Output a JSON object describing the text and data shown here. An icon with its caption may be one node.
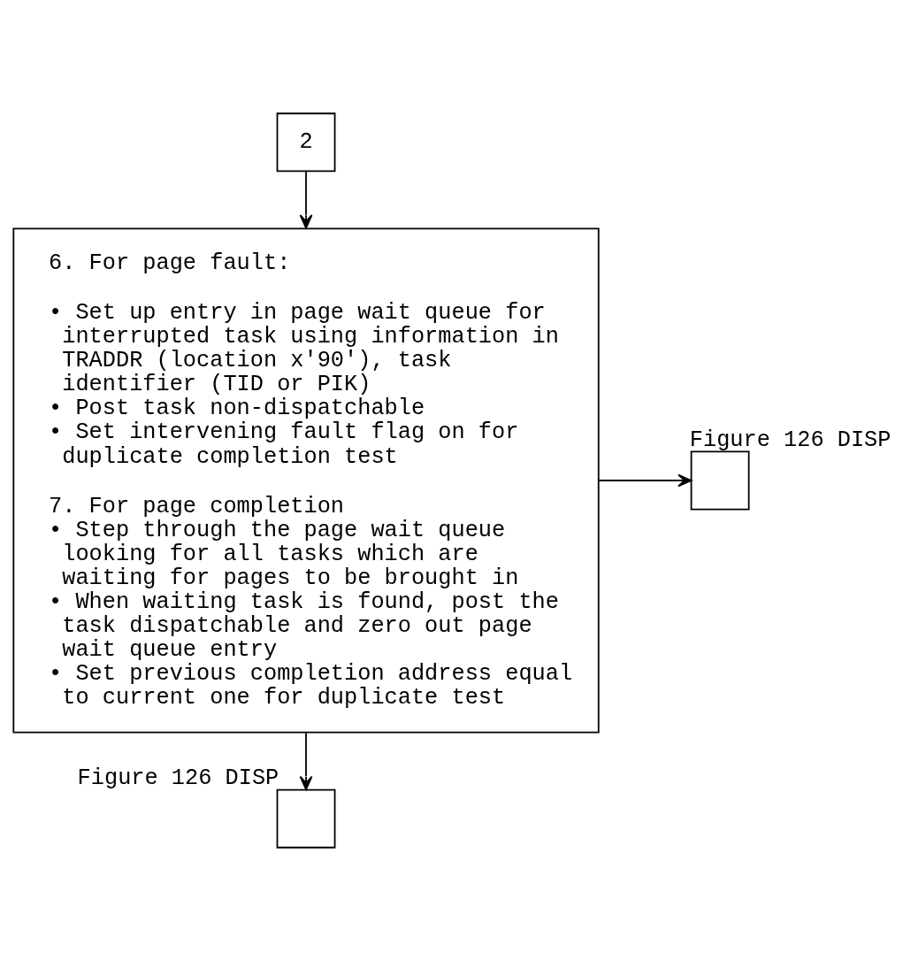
{
  "diagram": {
    "nodes": [
      {
        "text": [
          "2"
        ]
      },
      {
        "text": [
          "6. For page fault:",
          "• Set up entry in page wait queue for interrupted task using information in TRADDR (location x'90'), task identifier (TID or PIK)",
          "• Post task non-dispatchable",
          "• Set intervening fault flag on for duplicate completion test",
          "7. For page completion",
          "• Step through the page wait queue looking for all tasks which are waiting for pages to be brought in",
          "• When waiting task is found, post the task dispatchable and zero out page wait queue entry",
          "• Set previous completion address equal to current one for duplicate test"
        ]
      },
      {
        "text": [],
        "shape": "box",
        "beside": [
          "Figure 126 DISP"
        ]
      },
      {
        "text": [],
        "shape": "box",
        "beside": [
          "Figure 126 DISP"
        ]
      }
    ],
    "edges": [
      {
        "from": 0,
        "to": 1,
        "arrow": "to"
      },
      {
        "from": 1,
        "to": 2,
        "arrow": "to"
      },
      {
        "from": 1,
        "to": 3,
        "arrow": "to"
      }
    ]
  }
}
